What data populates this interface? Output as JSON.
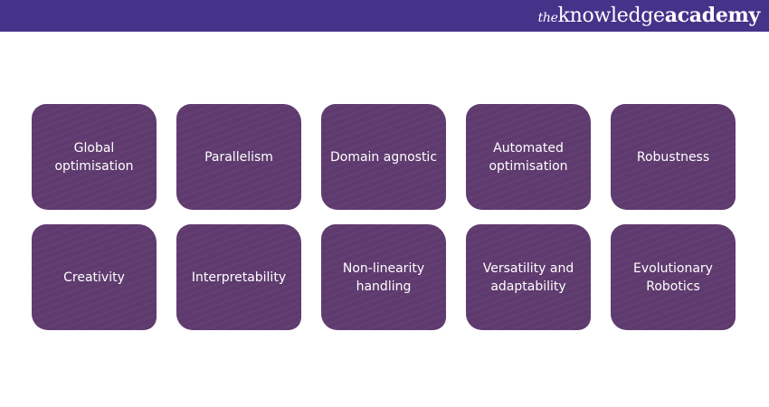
{
  "header": {
    "logo_the": "the",
    "logo_knowledge": "knowledge",
    "logo_academy": "academy",
    "color": "#45338a"
  },
  "card_color": "#5e3a6e",
  "cards": [
    {
      "label": "Global optimisation"
    },
    {
      "label": "Parallelism"
    },
    {
      "label": "Domain agnostic"
    },
    {
      "label": "Automated optimisation"
    },
    {
      "label": "Robustness"
    },
    {
      "label": "Creativity"
    },
    {
      "label": "Interpretability"
    },
    {
      "label": "Non-linearity handling"
    },
    {
      "label": "Versatility and adaptability"
    },
    {
      "label": "Evolutionary Robotics"
    }
  ]
}
